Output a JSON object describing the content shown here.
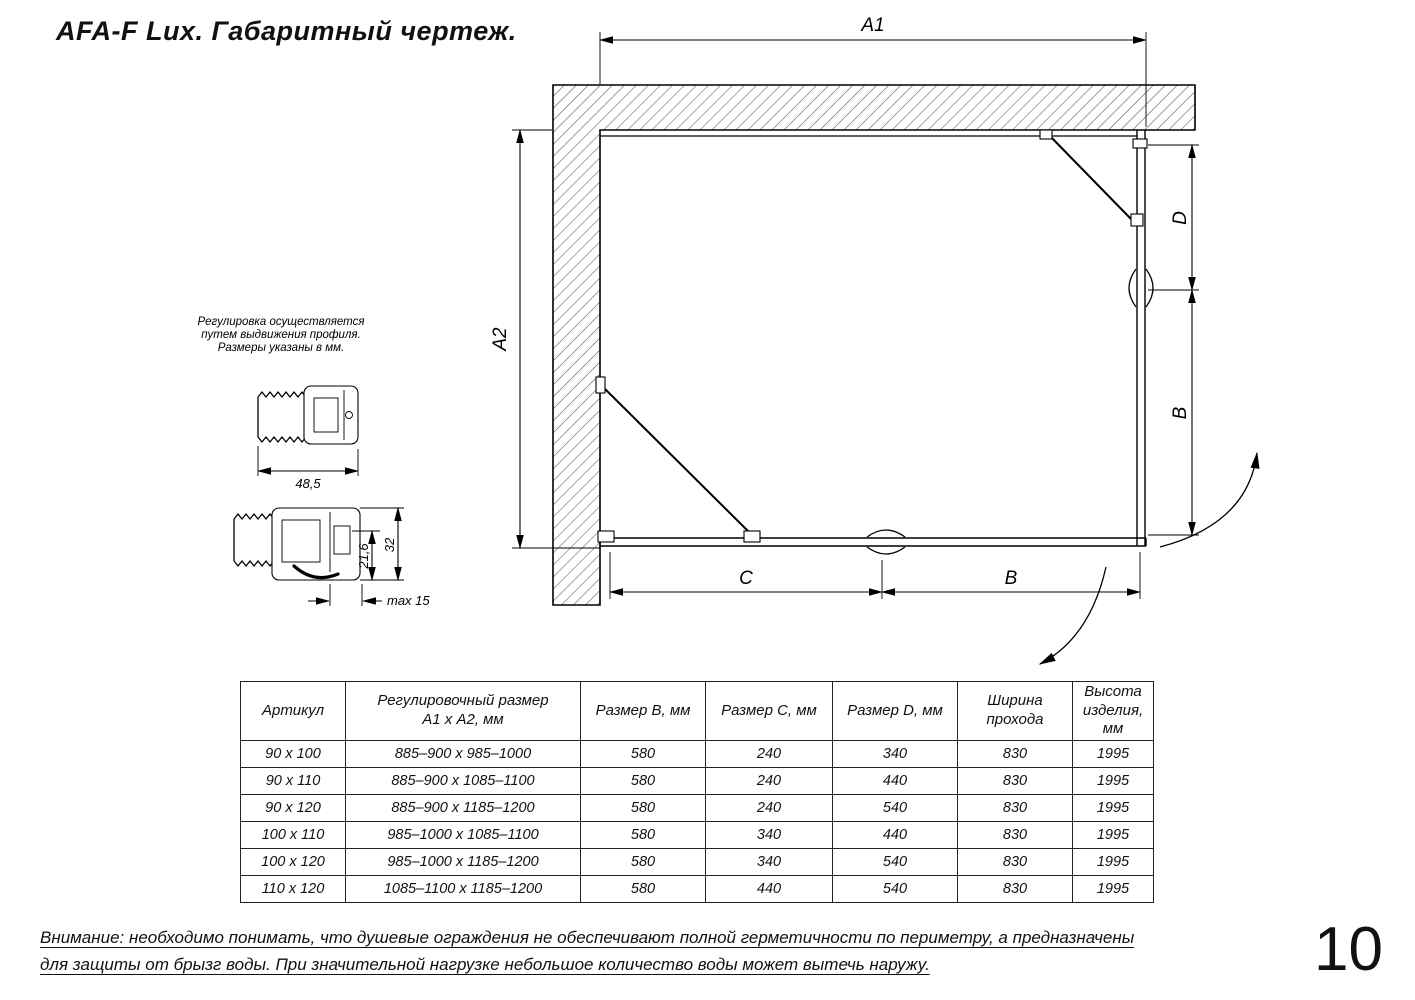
{
  "page": {
    "title": "AFA-F Lux. Габаритный чертеж.",
    "number": "10"
  },
  "note": {
    "line1": "Регулировка осуществляется",
    "line2": "путем выдвижения профиля.",
    "line3": "Размеры указаны в мм."
  },
  "dimensions": {
    "a1": "A1",
    "a2": "A2",
    "d": "D",
    "b_right": "B",
    "c": "C",
    "b_bottom": "B",
    "profile_width": "48,5",
    "profile_h1": "21,6",
    "profile_h2": "32",
    "profile_max": "max 15"
  },
  "table": {
    "headers": [
      [
        "Артикул"
      ],
      [
        "Регулировочный размер",
        "A1 х A2, мм"
      ],
      [
        "Размер B, мм"
      ],
      [
        "Размер C, мм"
      ],
      [
        "Размер D, мм"
      ],
      [
        "Ширина",
        "прохода"
      ],
      [
        "Высота",
        "изделия,",
        "мм"
      ]
    ],
    "rows": [
      [
        "90 х 100",
        "885–900 х 985–1000",
        "580",
        "240",
        "340",
        "830",
        "1995"
      ],
      [
        "90 х 110",
        "885–900 х 1085–1100",
        "580",
        "240",
        "440",
        "830",
        "1995"
      ],
      [
        "90 х 120",
        "885–900 х 1185–1200",
        "580",
        "240",
        "540",
        "830",
        "1995"
      ],
      [
        "100 х 110",
        "985–1000 х 1085–1100",
        "580",
        "340",
        "440",
        "830",
        "1995"
      ],
      [
        "100 х 120",
        "985–1000 х 1185–1200",
        "580",
        "340",
        "540",
        "830",
        "1995"
      ],
      [
        "110 х 120",
        "1085–1100 х 1185–1200",
        "580",
        "440",
        "540",
        "830",
        "1995"
      ]
    ]
  },
  "warning": {
    "label": "Внимание:",
    "line1": " необходимо понимать, что душевые ограждения не обеспечивают полной герметичности по периметру, а предназначены",
    "line2": "для защиты от брызг воды. При значительной нагрузке небольшое количество воды может вытечь наружу."
  }
}
